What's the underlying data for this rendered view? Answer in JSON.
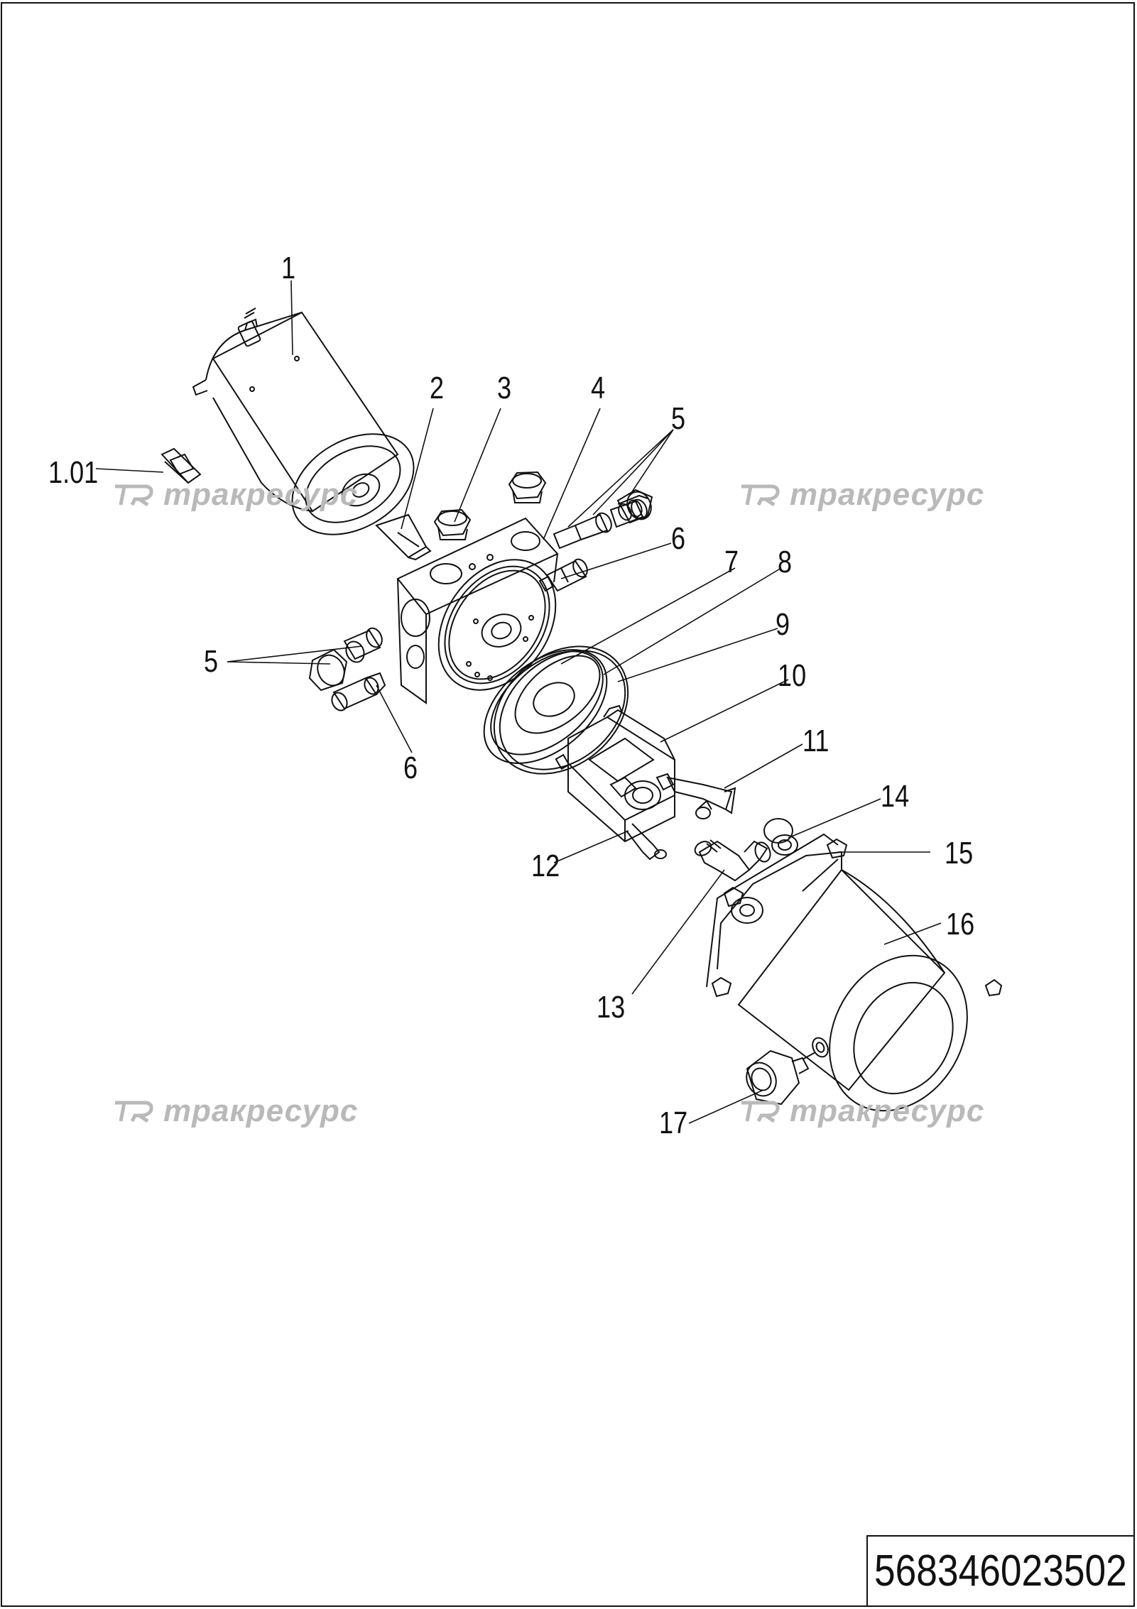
{
  "callouts": [
    {
      "id": "1",
      "text": "1"
    },
    {
      "id": "1.01",
      "text": "1.01"
    },
    {
      "id": "2",
      "text": "2"
    },
    {
      "id": "3",
      "text": "3"
    },
    {
      "id": "4",
      "text": "4"
    },
    {
      "id": "5a",
      "text": "5"
    },
    {
      "id": "5b",
      "text": "5"
    },
    {
      "id": "6a",
      "text": "6"
    },
    {
      "id": "6b",
      "text": "6"
    },
    {
      "id": "7",
      "text": "7"
    },
    {
      "id": "8",
      "text": "8"
    },
    {
      "id": "9",
      "text": "9"
    },
    {
      "id": "10",
      "text": "10"
    },
    {
      "id": "11",
      "text": "11"
    },
    {
      "id": "12",
      "text": "12"
    },
    {
      "id": "13",
      "text": "13"
    },
    {
      "id": "14",
      "text": "14"
    },
    {
      "id": "15",
      "text": "15"
    },
    {
      "id": "16",
      "text": "16"
    },
    {
      "id": "17",
      "text": "17"
    }
  ],
  "watermark": {
    "logo": "TR",
    "text": "тракресурс",
    "color": "#b9b9b9"
  },
  "document_number": "568346023502",
  "line_color": "#111111"
}
